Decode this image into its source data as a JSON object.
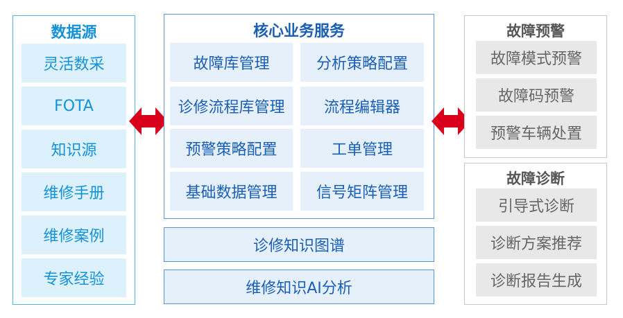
{
  "data_source": {
    "title": "数据源",
    "items": [
      "灵活数采",
      "FOTA",
      "知识源",
      "维修手册",
      "维修案例",
      "专家经验"
    ]
  },
  "core_services": {
    "title": "核心业务服务",
    "items": [
      "故障库管理",
      "分析策略配置",
      "诊修流程库管理",
      "流程编辑器",
      "预警策略配置",
      "工单管理",
      "基础数据管理",
      "信号矩阵管理"
    ]
  },
  "bottom_boxes": [
    "诊修知识图谱",
    "维修知识AI分析"
  ],
  "fault_warning": {
    "title": "故障预警",
    "items": [
      "故障模式预警",
      "故障码预警",
      "预警车辆处置"
    ]
  },
  "fault_diagnosis": {
    "title": "故障诊断",
    "items": [
      "引导式诊断",
      "诊断方案推荐",
      "诊断报告生成"
    ]
  },
  "colors": {
    "cyan": "#1592d6",
    "blue": "#1a5fb4",
    "arrow_red": "#d9001b",
    "gray": "#666666"
  }
}
